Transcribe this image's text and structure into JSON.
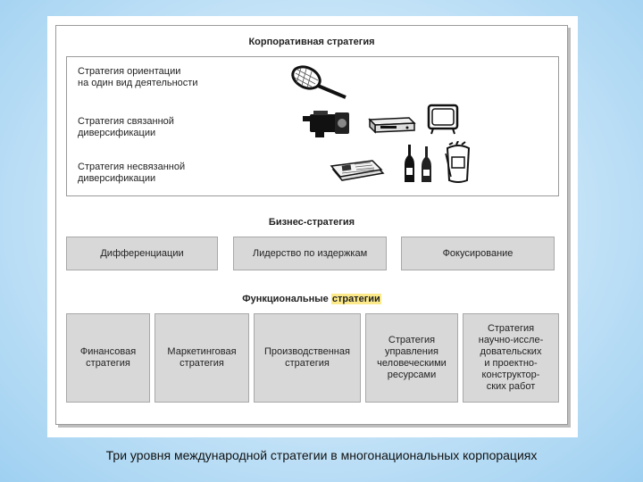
{
  "corporate": {
    "title": "Корпоративная стратегия",
    "items": [
      {
        "label": "Стратегия ориентации\nна один вид деятельности",
        "icons": [
          "tennis-racket-icon"
        ]
      },
      {
        "label": "Стратегия связанной\nдиверсификации",
        "icons": [
          "video-camera-icon",
          "vcr-icon",
          "tv-icon"
        ]
      },
      {
        "label": "Стратегия несвязанной\nдиверсификации",
        "icons": [
          "newspapers-icon",
          "bottles-icon",
          "golf-bag-icon"
        ]
      }
    ]
  },
  "business": {
    "title": "Бизнес-стратегия",
    "items": [
      "Дифференциации",
      "Лидерство по издержкам",
      "Фокусирование"
    ]
  },
  "functional": {
    "title_part1": "Функциональные",
    "title_part2": "стратегии",
    "items": [
      "Финансовая\nстратегия",
      "Маркетинговая\nстратегия",
      "Производственная\nстратегия",
      "Стратегия\nуправления\nчеловеческими\nресурсами",
      "Стратегия\nнаучно-иссле-\nдовательских\nи проектно-\nконструктор-\nских работ"
    ]
  },
  "caption": "Три уровня международной стратегии в многонациональных корпорациях",
  "colors": {
    "background": "#b5dcf5",
    "box_fill": "#d8d8d8",
    "highlight": "#fbe98a"
  }
}
